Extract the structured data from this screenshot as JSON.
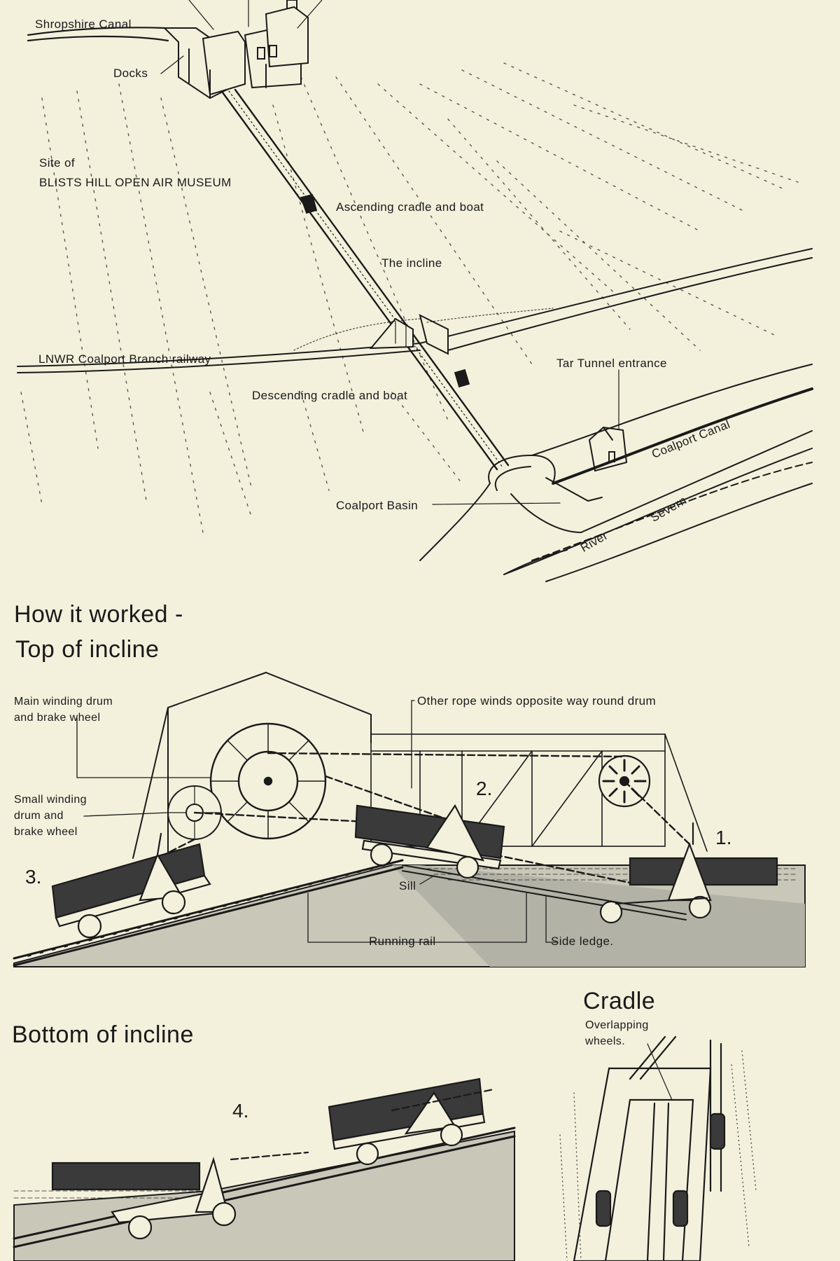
{
  "map_labels": {
    "shropshire_canal": "Shropshire Canal",
    "docks": "Docks",
    "site_of": "Site of",
    "blists_hill": "BLISTS HILL OPEN AIR MUSEUM",
    "ascending": "Ascending cradle and boat",
    "the_incline": "The incline",
    "lnwr": "LNWR Coalport Branch railway",
    "tar_tunnel": "Tar Tunnel entrance",
    "descending": "Descending cradle and boat",
    "coalport_canal": "Coalport Canal",
    "coalport_basin": "Coalport Basin",
    "river": "River",
    "severn": "Severn"
  },
  "section_top": {
    "heading_line1": "How it worked -",
    "heading_line2": "Top of incline",
    "main_drum": "Main winding drum\nand brake wheel",
    "other_rope": "Other rope winds opposite way round drum",
    "small_drum": "Small winding\ndrum and\nbrake wheel",
    "sill": "Sill",
    "running_rail": "Running rail",
    "side_ledge": "Side ledge.",
    "n1": "1.",
    "n2": "2.",
    "n3": "3."
  },
  "section_bottom": {
    "heading": "Bottom of incline",
    "n4": "4."
  },
  "cradle": {
    "heading": "Cradle",
    "overlapping": "Overlapping\nwheels."
  }
}
